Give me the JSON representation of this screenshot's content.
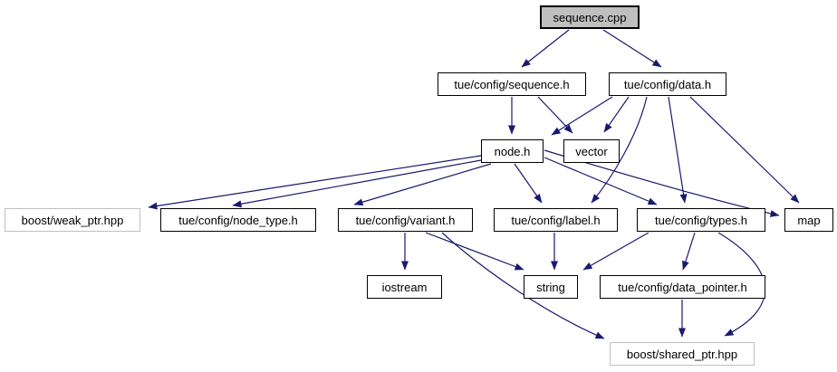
{
  "graph": {
    "nodes": [
      {
        "id": "sequence_cpp",
        "label": "sequence.cpp",
        "kind": "root"
      },
      {
        "id": "sequence_h",
        "label": "tue/config/sequence.h",
        "kind": "internal"
      },
      {
        "id": "data_h",
        "label": "tue/config/data.h",
        "kind": "internal"
      },
      {
        "id": "node_h",
        "label": "node.h",
        "kind": "internal"
      },
      {
        "id": "vector",
        "label": "vector",
        "kind": "internal"
      },
      {
        "id": "weak_ptr_hpp",
        "label": "boost/weak_ptr.hpp",
        "kind": "external"
      },
      {
        "id": "node_type_h",
        "label": "tue/config/node_type.h",
        "kind": "internal"
      },
      {
        "id": "variant_h",
        "label": "tue/config/variant.h",
        "kind": "internal"
      },
      {
        "id": "label_h",
        "label": "tue/config/label.h",
        "kind": "internal"
      },
      {
        "id": "types_h",
        "label": "tue/config/types.h",
        "kind": "internal"
      },
      {
        "id": "map",
        "label": "map",
        "kind": "internal"
      },
      {
        "id": "iostream",
        "label": "iostream",
        "kind": "internal"
      },
      {
        "id": "string",
        "label": "string",
        "kind": "internal"
      },
      {
        "id": "data_pointer_h",
        "label": "tue/config/data_pointer.h",
        "kind": "internal"
      },
      {
        "id": "shared_ptr_hpp",
        "label": "boost/shared_ptr.hpp",
        "kind": "external"
      }
    ],
    "edges": [
      {
        "from": "sequence_cpp",
        "to": "sequence_h"
      },
      {
        "from": "sequence_cpp",
        "to": "data_h"
      },
      {
        "from": "sequence_h",
        "to": "node_h"
      },
      {
        "from": "sequence_h",
        "to": "vector"
      },
      {
        "from": "data_h",
        "to": "node_h"
      },
      {
        "from": "data_h",
        "to": "vector"
      },
      {
        "from": "data_h",
        "to": "label_h"
      },
      {
        "from": "data_h",
        "to": "types_h"
      },
      {
        "from": "data_h",
        "to": "map"
      },
      {
        "from": "node_h",
        "to": "weak_ptr_hpp"
      },
      {
        "from": "node_h",
        "to": "node_type_h"
      },
      {
        "from": "node_h",
        "to": "variant_h"
      },
      {
        "from": "node_h",
        "to": "label_h"
      },
      {
        "from": "node_h",
        "to": "types_h"
      },
      {
        "from": "node_h",
        "to": "map"
      },
      {
        "from": "variant_h",
        "to": "iostream"
      },
      {
        "from": "variant_h",
        "to": "string"
      },
      {
        "from": "variant_h",
        "to": "shared_ptr_hpp"
      },
      {
        "from": "label_h",
        "to": "string"
      },
      {
        "from": "types_h",
        "to": "string"
      },
      {
        "from": "types_h",
        "to": "data_pointer_h"
      },
      {
        "from": "types_h",
        "to": "shared_ptr_hpp"
      },
      {
        "from": "data_pointer_h",
        "to": "shared_ptr_hpp"
      }
    ],
    "colors": {
      "edge": "#191970",
      "root_fill": "#bfbfbf",
      "node_fill": "#ffffff",
      "node_border": "#000000",
      "external_border": "#c0c0c0",
      "text": "#000000",
      "background": "#ffffff"
    }
  }
}
